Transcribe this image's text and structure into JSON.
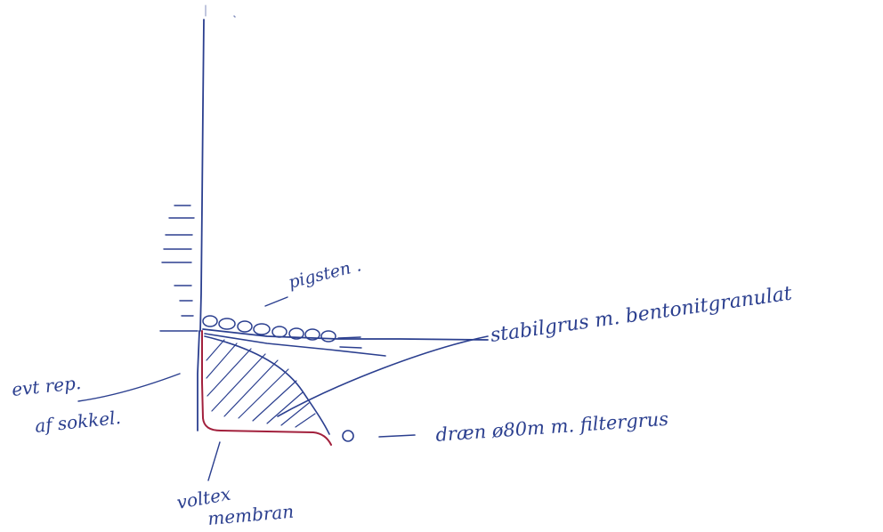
{
  "labels": {
    "pigsten": "pigsten .",
    "stabilgrus": "stabilgrus m. bentonitgranulat",
    "evt_rep_line1": "evt rep.",
    "evt_rep_line2": "af sokkel.",
    "draen": "dræn ø80m m. filtergrus",
    "voltex_line1": "voltex",
    "voltex_line2": "membran"
  },
  "colors": {
    "ink": "#2b3f8f",
    "membrane": "#a2203c",
    "paper": "#ffffff"
  }
}
